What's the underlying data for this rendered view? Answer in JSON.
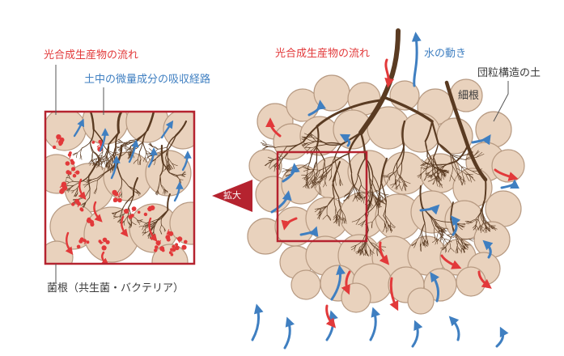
{
  "labels": {
    "photosynth_flow_left": "光合成生産物の流れ",
    "micro_absorption": "土中の微量成分の吸収経路",
    "mycorrhiza": "菌根（共生菌・バクテリア）",
    "expand": "拡大",
    "photosynth_flow_right": "光合成生産物の流れ",
    "water_movement": "水の動き",
    "aggregate_soil": "団粒構造の土",
    "fine_roots": "細根"
  },
  "colors": {
    "red": "#e2393a",
    "blue": "#3f7fc1",
    "root": "#5a3b22",
    "aggregate_fill": "#e9d2bd",
    "aggregate_stroke": "#b79a82",
    "frame": "#b5232f",
    "text_dark": "#3a3a3a"
  },
  "icons": {
    "expand_marker": "left-arrow-triangle-icon",
    "fungi": "red-fungi-cluster-icon"
  }
}
